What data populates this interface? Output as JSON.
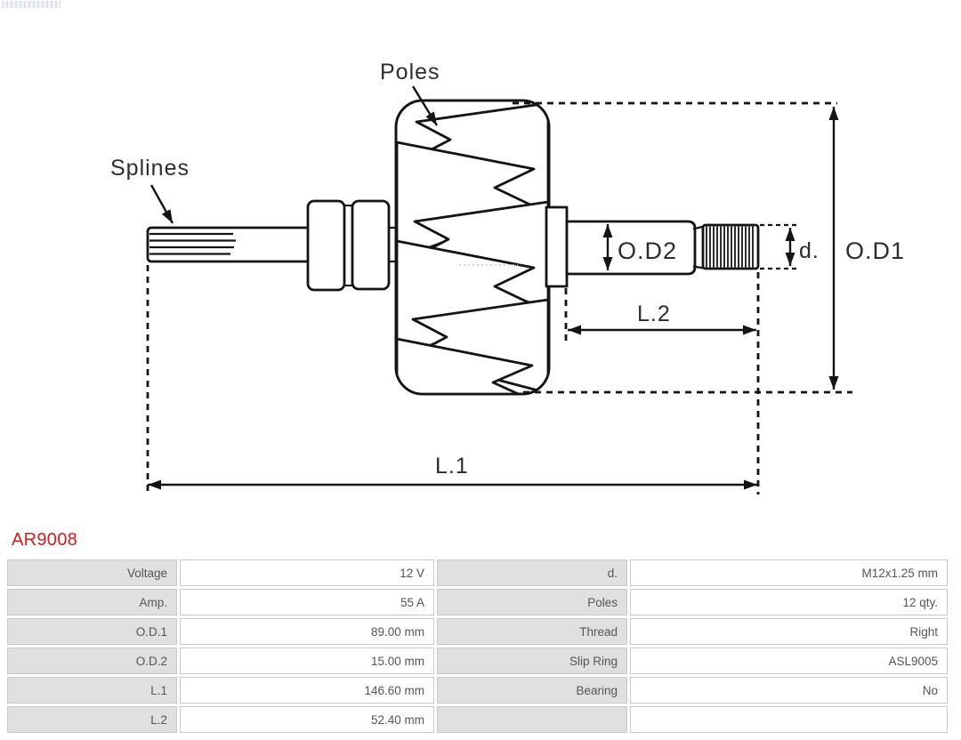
{
  "part_number": "AR9008",
  "colors": {
    "part_number_red": "#cc1f1f",
    "drawing_line": "#141414",
    "table_label_bg": "#e0e0e0",
    "table_border": "#c9c9c9",
    "table_text": "#555555"
  },
  "diagram": {
    "labels": {
      "poles": "Poles",
      "splines": "Splines",
      "od2": "O.D2",
      "d": "d.",
      "od1": "O.D1",
      "l2": "L.2",
      "l1": "L.1"
    }
  },
  "table": {
    "left": [
      {
        "label": "Voltage",
        "value": "12 V"
      },
      {
        "label": "Amp.",
        "value": "55 A"
      },
      {
        "label": "O.D.1",
        "value": "89.00 mm"
      },
      {
        "label": "O.D.2",
        "value": "15.00 mm"
      },
      {
        "label": "L.1",
        "value": "146.60 mm"
      },
      {
        "label": "L.2",
        "value": "52.40 mm"
      }
    ],
    "right": [
      {
        "label": "d.",
        "value": "M12x1.25 mm"
      },
      {
        "label": "Poles",
        "value": "12 qty."
      },
      {
        "label": "Thread",
        "value": "Right"
      },
      {
        "label": "Slip Ring",
        "value": "ASL9005"
      },
      {
        "label": "Bearing",
        "value": "No"
      },
      {
        "label": "",
        "value": ""
      }
    ]
  }
}
